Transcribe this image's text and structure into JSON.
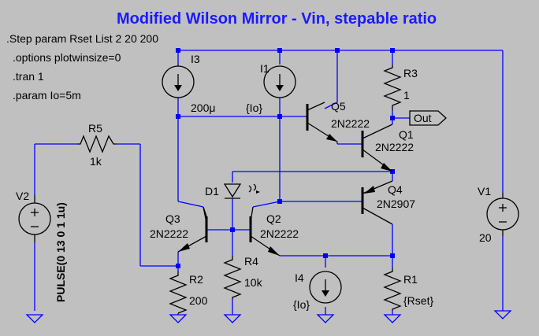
{
  "title": "Modified Wilson Mirror - Vin, stepable ratio",
  "directives": [
    ".Step param Rset List 2 20 200",
    ".options plotwinsize=0",
    ".tran 1",
    ".param Io=5m"
  ],
  "components": {
    "I3": {
      "name": "I3",
      "value": "200μ"
    },
    "I1": {
      "name": "I1",
      "value": "{Io}"
    },
    "I4": {
      "name": "I4",
      "value": "{Io}"
    },
    "R3": {
      "name": "R3",
      "value": "1"
    },
    "R5": {
      "name": "R5",
      "value": "1k"
    },
    "R2": {
      "name": "R2",
      "value": "200"
    },
    "R4": {
      "name": "R4",
      "value": "10k"
    },
    "R1": {
      "name": "R1",
      "value": "{Rset}"
    },
    "Q1": {
      "name": "Q1",
      "model": "2N2222"
    },
    "Q2": {
      "name": "Q2",
      "model": "2N2222"
    },
    "Q3": {
      "name": "Q3",
      "model": "2N2222"
    },
    "Q4": {
      "name": "Q4",
      "model": "2N2907"
    },
    "Q5": {
      "name": "Q5",
      "model": "2N2222"
    },
    "D1": {
      "name": "D1"
    },
    "V1": {
      "name": "V1",
      "value": "20"
    },
    "V2": {
      "name": "V2",
      "value": "PULSE(0 13 0 1 1u)"
    }
  },
  "out_label": "Out"
}
